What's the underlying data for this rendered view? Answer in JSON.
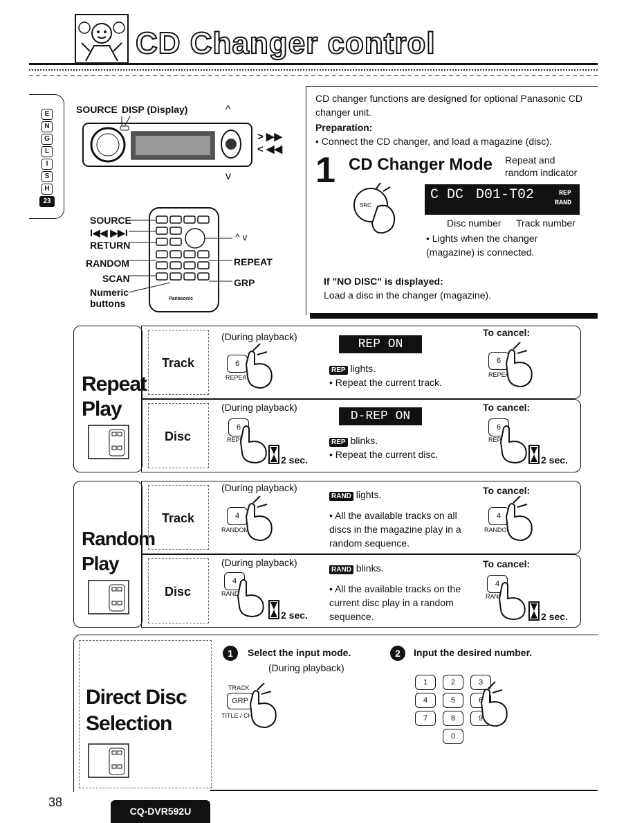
{
  "header": {
    "title": "CD Changer control"
  },
  "side_tab": {
    "letters": [
      "E",
      "N",
      "G",
      "L",
      "I",
      "S",
      "H"
    ],
    "page_badge": "23"
  },
  "unit_diagram": {
    "source_label": "SOURCE",
    "disp_label": "DISP (Display)",
    "up_symbol": "^",
    "down_symbol": "v",
    "ff_symbol": "> ▶▶",
    "rew_symbol": "< ◀◀"
  },
  "remote_diagram": {
    "labels_left": [
      "SOURCE",
      "I◀◀ ▶▶I",
      "RETURN",
      "RANDOM",
      "SCAN",
      "Numeric",
      "buttons"
    ],
    "updown": "^ v",
    "repeat": "REPEAT",
    "grp": "GRP",
    "brand": "Panasonic"
  },
  "info": {
    "intro": "CD changer functions are designed for optional Panasonic CD changer unit.",
    "prep_heading": "Preparation:",
    "prep_text": "Connect the CD changer, and load a magazine (disc).",
    "step_number": "1",
    "mode_title": "CD Changer Mode",
    "indicator_label": "Repeat and random indicator",
    "lcd_left": "C DC",
    "lcd_right": "D01-T02",
    "lcd_rep": "REP",
    "lcd_rand": "RAND",
    "disc_number": "Disc number",
    "track_number": "Track number",
    "lights_note": "Lights when the changer (magazine) is connected.",
    "src_label": "SRC",
    "no_disc_heading": "If \"NO DISC\" is displayed:",
    "no_disc_text": "Load a disc in the changer (magazine)."
  },
  "repeat": {
    "title_line1": "Repeat",
    "title_line2": "Play",
    "track": {
      "label": "Track",
      "during": "(During playback)",
      "btn_num": "6",
      "btn_caption": "REPEAT",
      "lcd": "REP ON",
      "badge": "REP",
      "status": "lights.",
      "bullet": "Repeat the current track.",
      "cancel": "To cancel:"
    },
    "disc": {
      "label": "Disc",
      "during": "(During playback)",
      "btn_num": "6",
      "btn_caption": "REPE",
      "hold": "2 sec.",
      "lcd": "D-REP ON",
      "badge": "REP",
      "status": "blinks.",
      "bullet": "Repeat the current disc.",
      "cancel": "To cancel:"
    }
  },
  "random": {
    "title_line1": "Random",
    "title_line2": "Play",
    "track": {
      "label": "Track",
      "during": "(During playback)",
      "btn_num": "4",
      "btn_caption": "RANDOM",
      "badge": "RAND",
      "status": "lights.",
      "bullet": "All the available tracks on all discs in the magazine play in a random sequence.",
      "cancel": "To cancel:"
    },
    "disc": {
      "label": "Disc",
      "during": "(During playback)",
      "btn_num": "4",
      "btn_caption": "RAND",
      "hold": "2 sec.",
      "badge": "RAND",
      "status": "blinks.",
      "bullet": "All the available tracks on the current disc play in a random sequence.",
      "cancel": "To cancel:"
    }
  },
  "direct": {
    "title_line1": "Direct Disc",
    "title_line2": "Selection",
    "step1_num": "1",
    "step1": "Select the input mode.",
    "step1_sub": "(During playback)",
    "step1_btn_top": "TRACK",
    "step1_btn": "GRP",
    "step1_btn_bottom": "TITLE / CH",
    "step2_num": "2",
    "step2": "Input the desired number.",
    "keypad": [
      "1",
      "2",
      "3",
      "4",
      "5",
      "6",
      "7",
      "8",
      "9",
      "0"
    ]
  },
  "footer": {
    "page_number": "38",
    "model": "CQ-DVR592U"
  }
}
